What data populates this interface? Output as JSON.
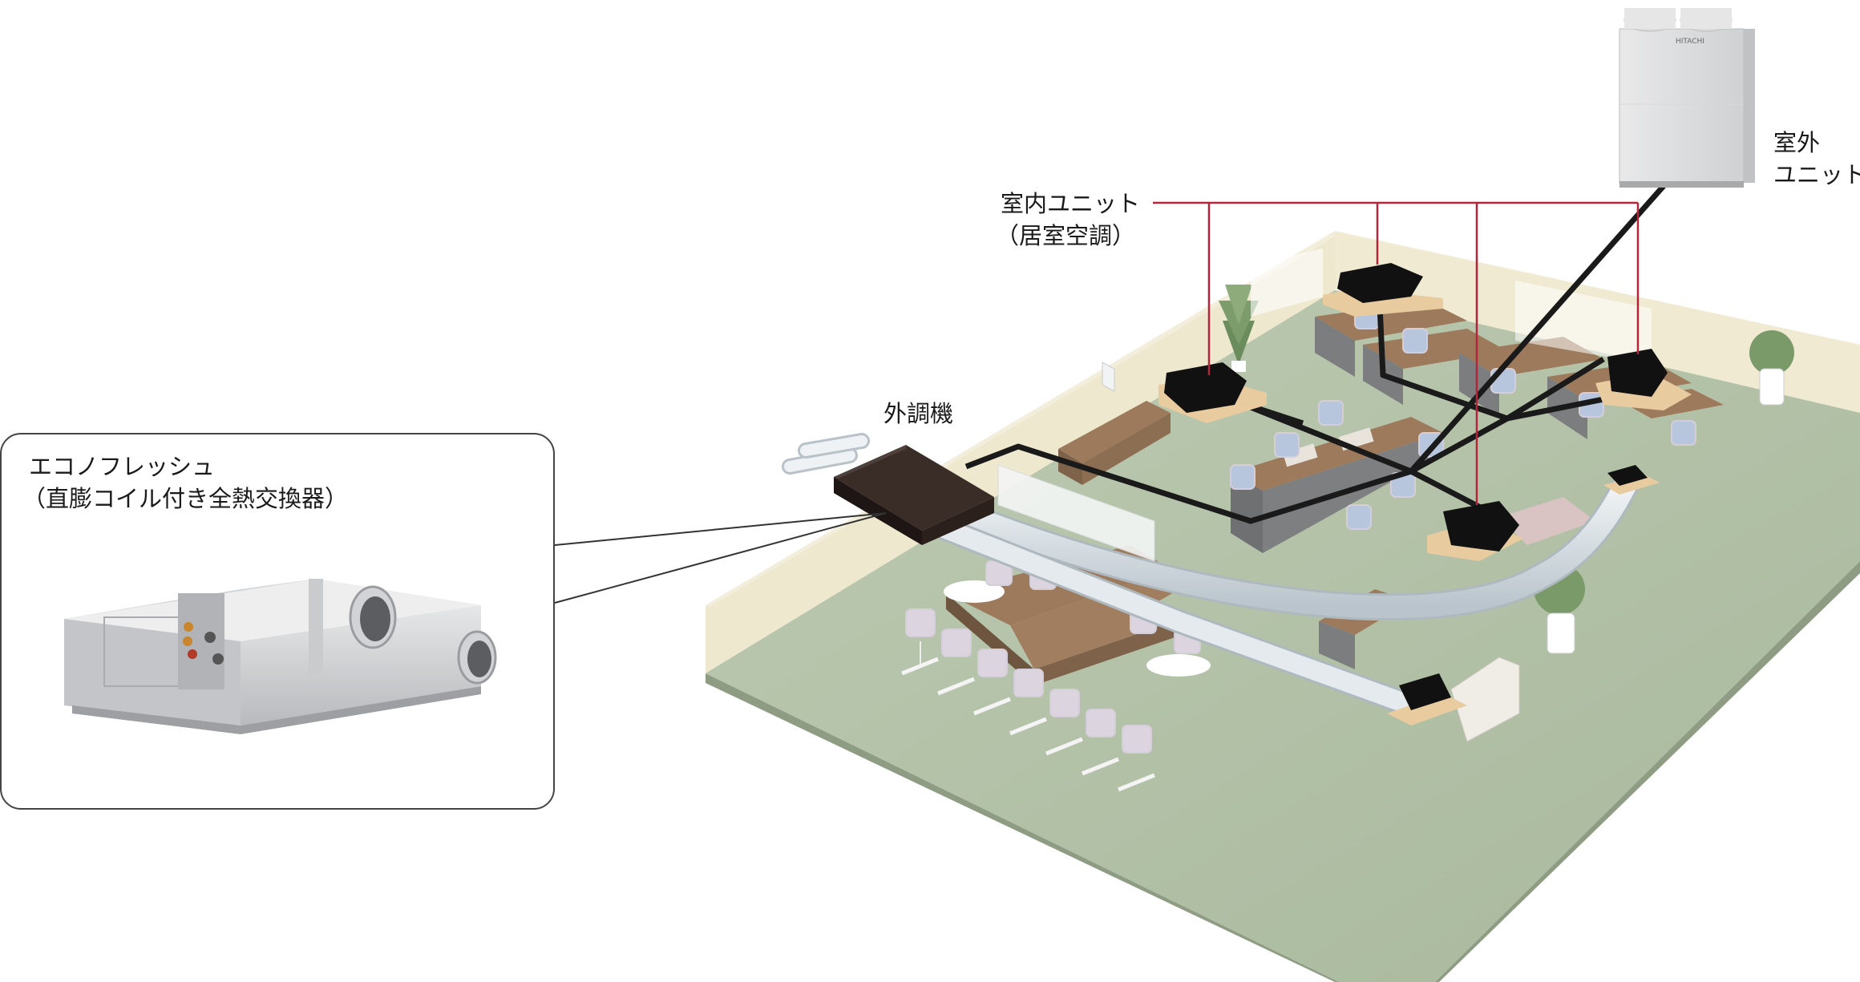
{
  "labels": {
    "outdoor_unit": {
      "line1": "室外",
      "line2": "ユニット"
    },
    "indoor_unit": {
      "line1": "室内ユニット",
      "line2": "（居室空調）"
    },
    "outdoor_air_unit": "外調機",
    "econofresh": {
      "line1": "エコノフレッシュ",
      "line2": "（直膨コイル付き全熱交換器）"
    }
  },
  "brand_text": "HITACHI",
  "colors": {
    "floor": "#b5c4a9",
    "wall": "#f1ecd8",
    "refrigerant_pipe": "#1a1a1a",
    "leader_line_indoor": "#b3263a",
    "duct": "#dde5ea",
    "unit_dark": "#2a1f1b",
    "desk": "#9e7a5c"
  }
}
